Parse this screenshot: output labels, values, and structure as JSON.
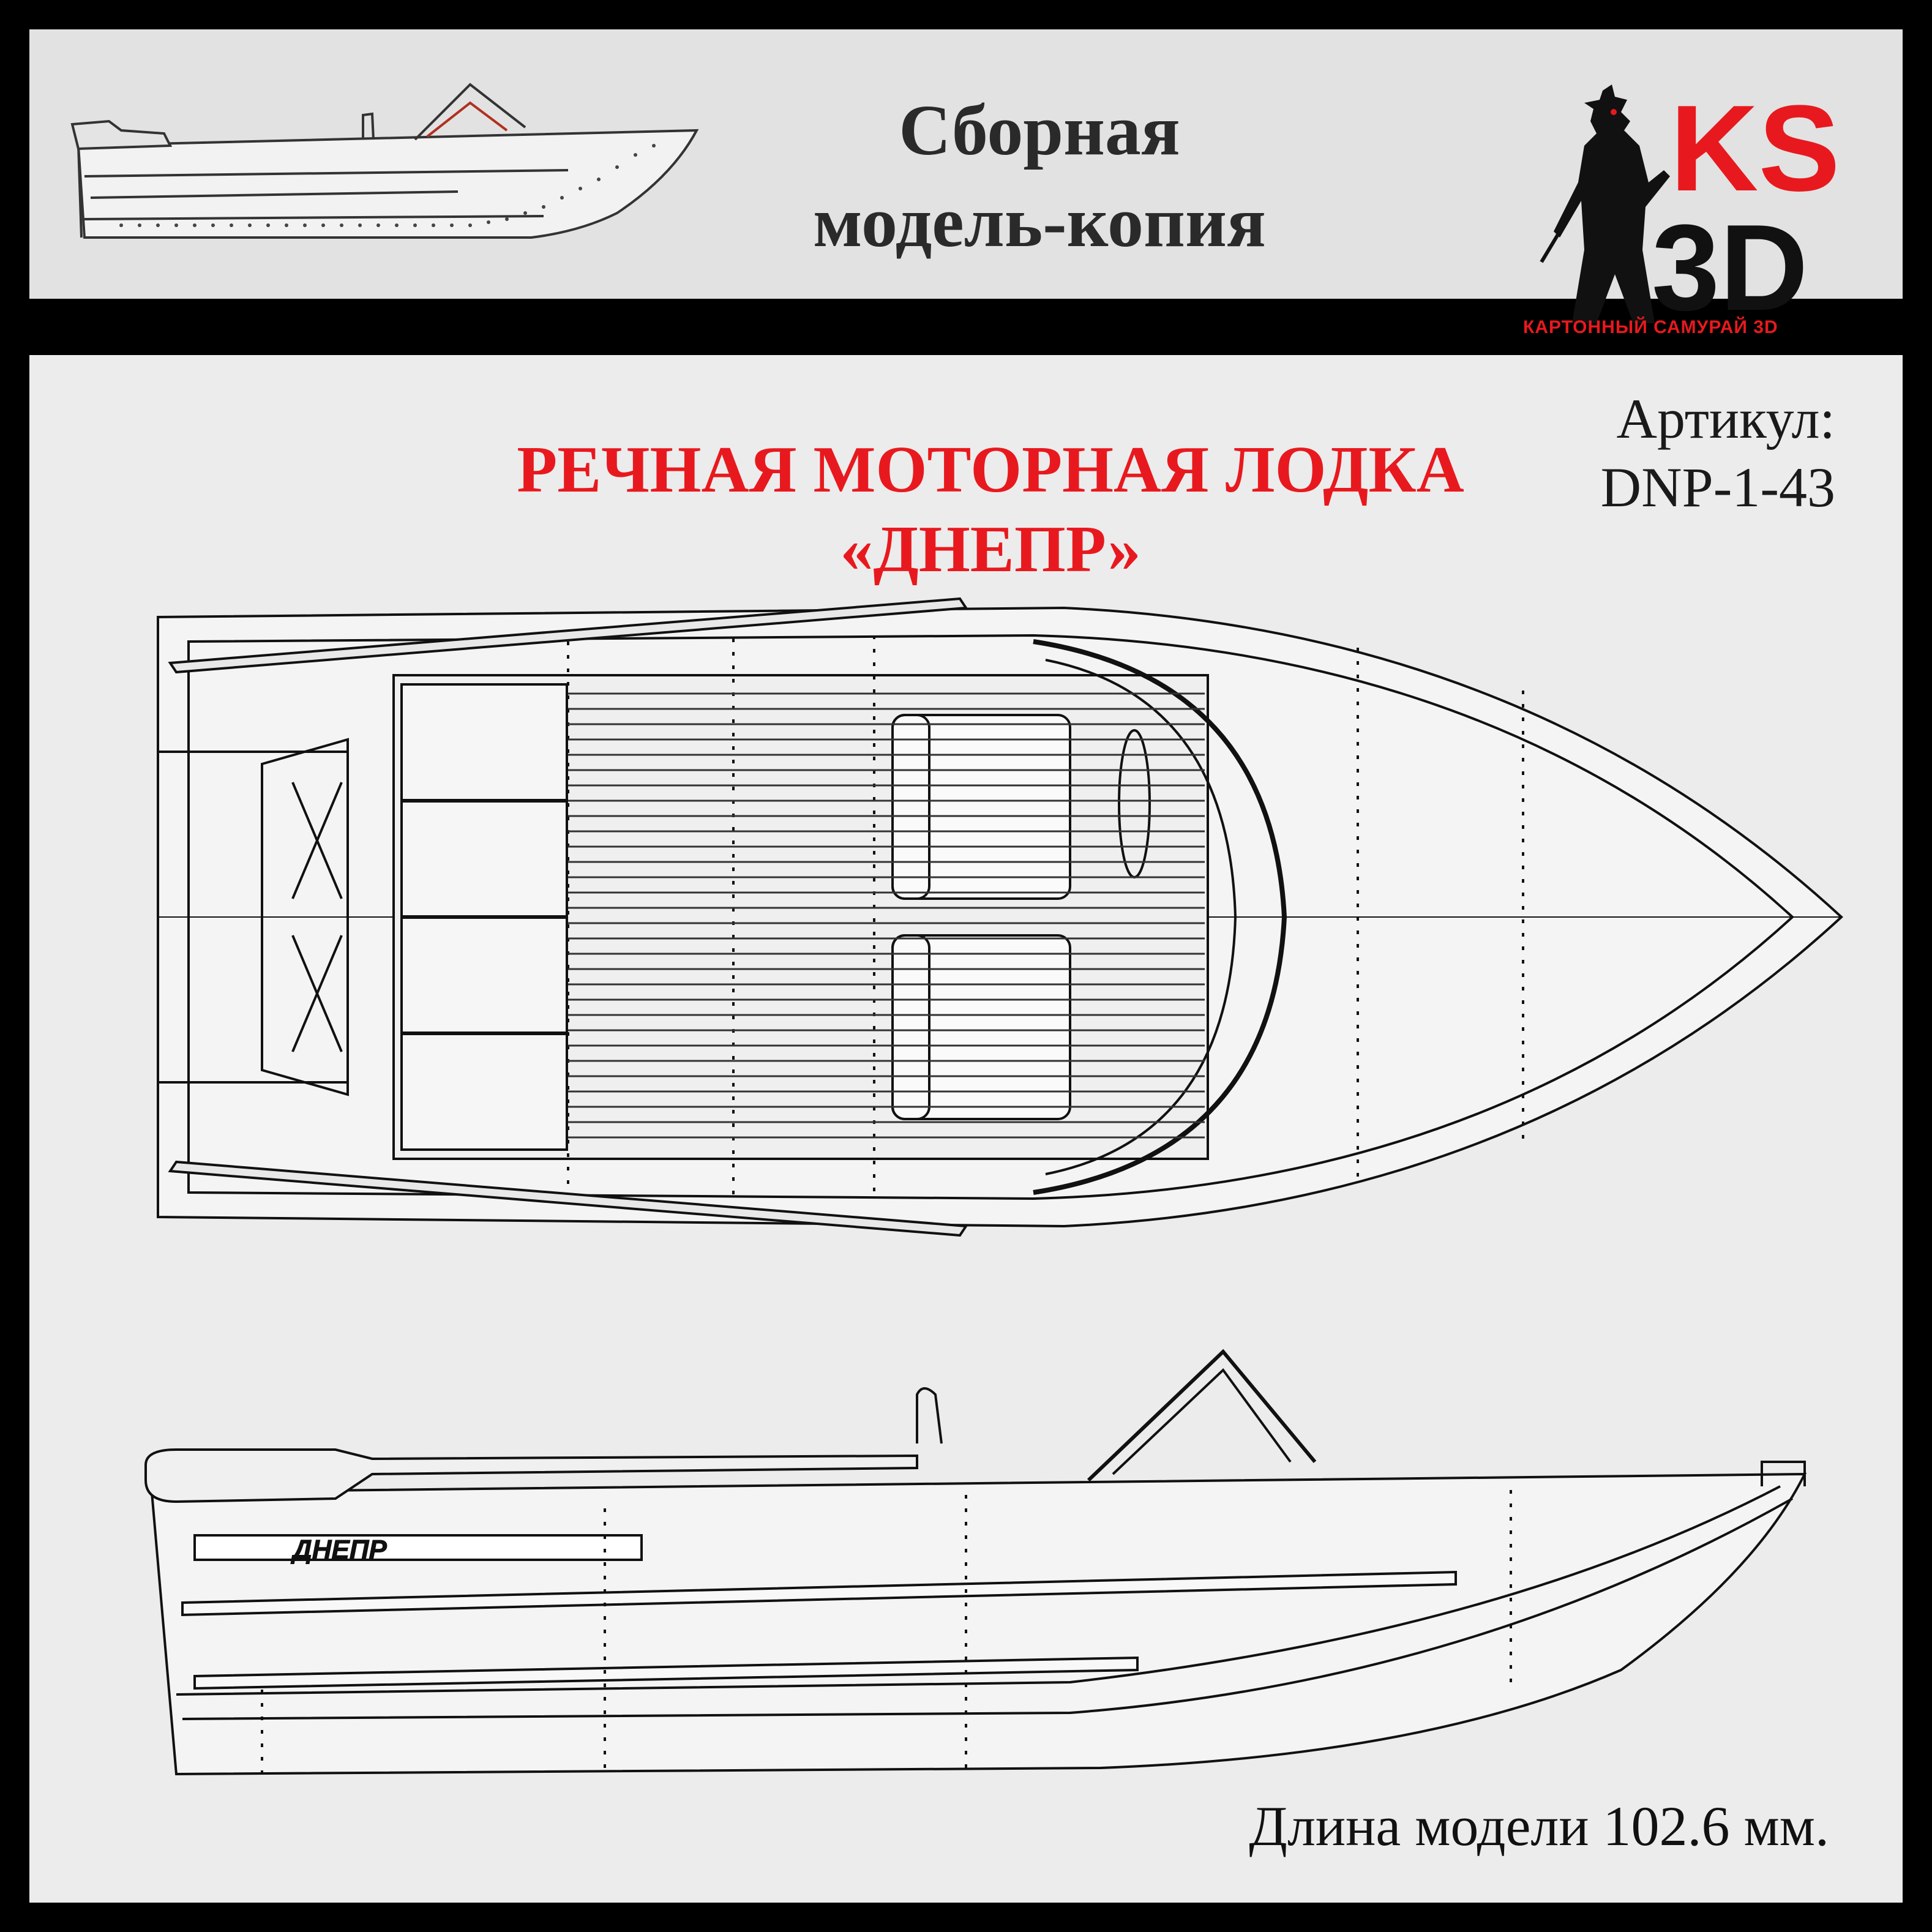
{
  "header": {
    "title_line1": "Сборная",
    "title_line2": "модель-копия"
  },
  "logo": {
    "line1": "KS",
    "line2": "3D",
    "tagline": "КАРТОННЫЙ САМУРАЙ 3D",
    "accent_color": "#e8191e"
  },
  "article": {
    "label": "Артикул:",
    "code": "DNP-1-43"
  },
  "title": {
    "line1": "РЕЧНАЯ МОТОРНАЯ ЛОДКА",
    "line2": "«ДНЕПР»"
  },
  "side_view": {
    "hull_name": "ДНЕПР"
  },
  "footer": {
    "length_text": "Длина модели 102.6 мм."
  }
}
